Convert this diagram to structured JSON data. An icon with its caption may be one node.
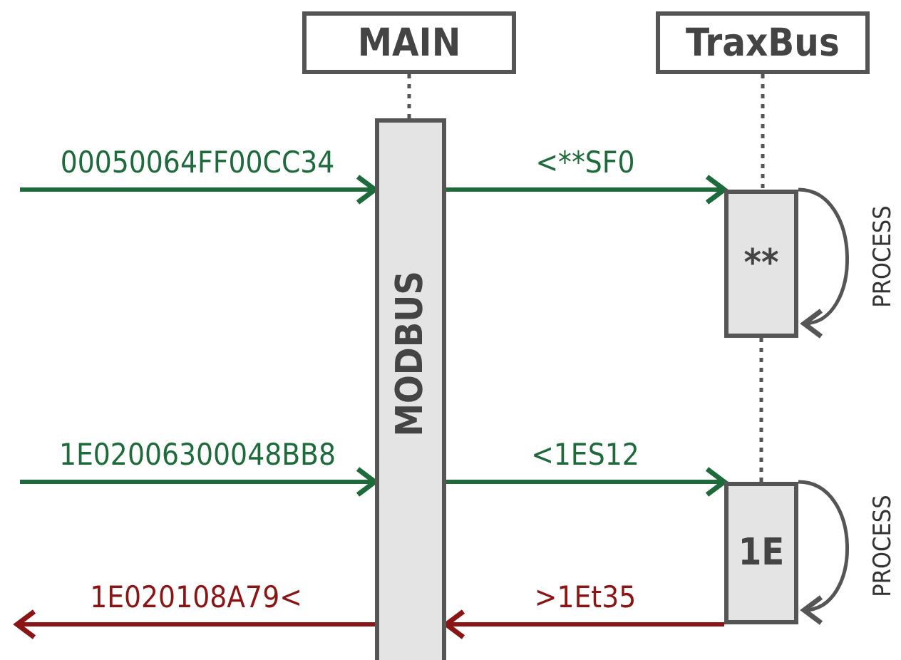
{
  "diagram": {
    "nodes": [
      {
        "text": [
          "MAIN"
        ]
      },
      {
        "text": [
          "TraxBus"
        ]
      },
      {
        "text": [
          "MODBUS"
        ]
      },
      {
        "text": [
          "**"
        ]
      },
      {
        "text": [
          "1E"
        ]
      }
    ],
    "edges": [
      {
        "from": 0,
        "to": 2,
        "arrow": "none",
        "style": "dashed"
      },
      {
        "from": 1,
        "to": 3,
        "arrow": "none",
        "style": "dashed"
      },
      {
        "from": 3,
        "to": 4,
        "arrow": "none",
        "style": "dashed"
      },
      {
        "from": null,
        "to": 2,
        "arrow": "to",
        "label": "00050064FF00CC34",
        "color": "#1d6b3a"
      },
      {
        "from": 2,
        "to": 3,
        "arrow": "to",
        "label": "<**SF0",
        "color": "#1d6b3a"
      },
      {
        "from": 3,
        "to": 3,
        "arrow": "to",
        "label": "PROCESS"
      },
      {
        "from": null,
        "to": 2,
        "arrow": "to",
        "label": "1E02006300048BB8",
        "color": "#1d6b3a"
      },
      {
        "from": 2,
        "to": 4,
        "arrow": "to",
        "label": "<1ES12",
        "color": "#1d6b3a"
      },
      {
        "from": 4,
        "to": 4,
        "arrow": "to",
        "label": "PROCESS"
      },
      {
        "from": 4,
        "to": 2,
        "arrow": "to",
        "label": ">1Et35",
        "color": "#8b1414"
      },
      {
        "from": 2,
        "to": null,
        "arrow": "to",
        "label": "1E020108A79<",
        "color": "#8b1414"
      }
    ]
  }
}
